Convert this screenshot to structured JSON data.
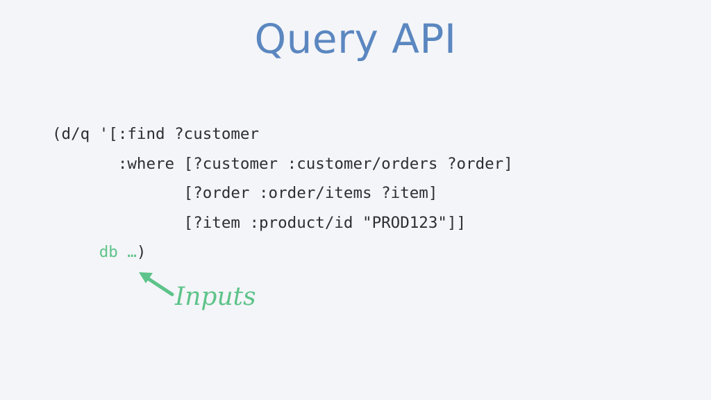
{
  "slide": {
    "title": "Query API"
  },
  "code": {
    "lines": [
      "(d/q '[:find ?customer",
      "       :where [?customer :customer/orders ?order]",
      "              [?order :order/items ?item]",
      "              [?item :product/id \"PROD123\"]]"
    ],
    "last_line_indent": "     ",
    "inputs_text": "db …",
    "closing_text": ")"
  },
  "annotation": {
    "label": "Inputs",
    "color": "#5dc38a",
    "icon": "arrow-up-left-icon"
  },
  "colors": {
    "background": "#f4f5f8",
    "title": "#5b87c0",
    "code": "#2e2e33",
    "accent": "#5dc38a"
  }
}
